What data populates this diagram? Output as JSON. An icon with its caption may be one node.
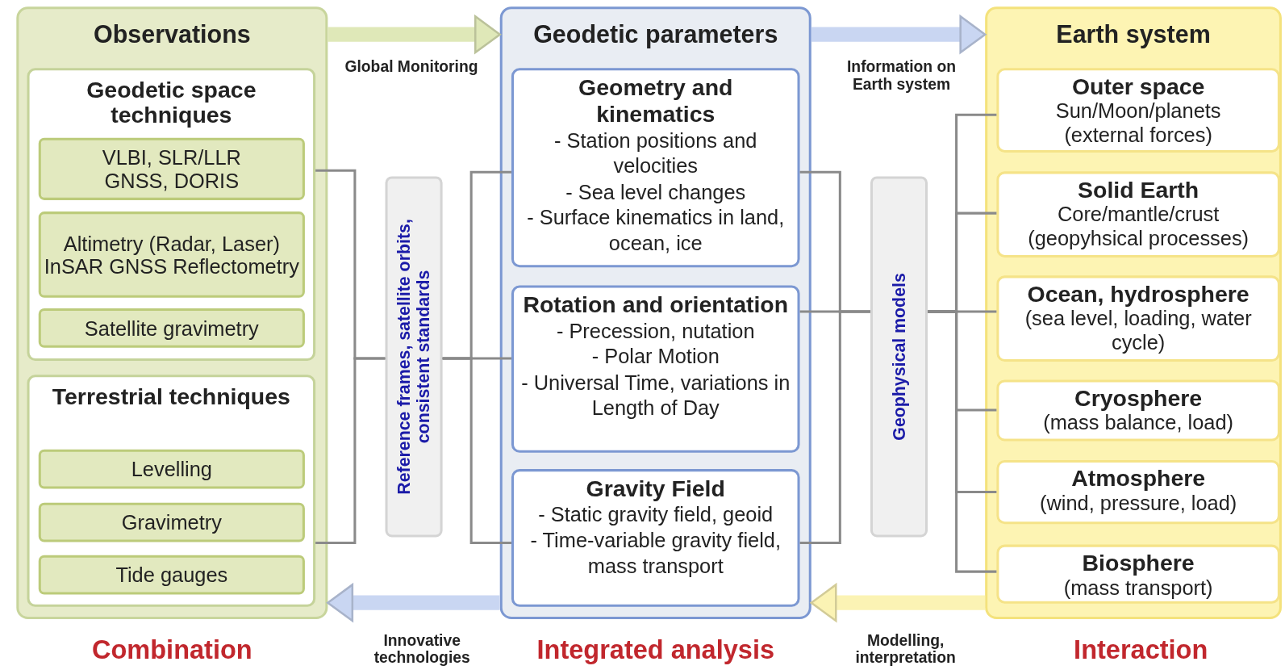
{
  "diagram": {
    "nodes": [
      {
        "text": [
          "Observations"
        ]
      },
      {
        "text": [
          "Geodetic space techniques"
        ],
        "in": 0
      },
      {
        "text": [
          "VLBI, SLR/LLR GNSS, DORIS"
        ],
        "in": 1
      },
      {
        "text": [
          "Altimetry (Radar, Laser) InSAR GNSS Reflectometry"
        ],
        "in": 1
      },
      {
        "text": [
          "Satellite gravimetry"
        ],
        "in": 1
      },
      {
        "text": [
          "Terrestrial techniques"
        ],
        "in": 0
      },
      {
        "text": [
          "Levelling"
        ],
        "in": 5
      },
      {
        "text": [
          "Gravimetry"
        ],
        "in": 5
      },
      {
        "text": [
          "Tide gauges"
        ],
        "in": 5
      },
      {
        "text": [
          "Reference frames, satellite orbits, consistent standards"
        ]
      },
      {
        "text": [
          "Geodetic parameters"
        ]
      },
      {
        "text": [
          "Geometry and kinematics",
          "- Station positions and velocities",
          "- Sea level changes",
          "- Surface kinematics in land, ocean, ice"
        ],
        "in": 10
      },
      {
        "text": [
          "Rotation and orientation",
          "- Precession, nutation",
          "- Polar Motion",
          "- Universal Time, variations in Length of Day"
        ],
        "in": 10
      },
      {
        "text": [
          "Gravity Field",
          "- Static gravity field, geoid",
          "- Time-variable gravity field, mass transport"
        ],
        "in": 10
      },
      {
        "text": [
          "Geophysical models"
        ]
      },
      {
        "text": [
          "Earth system"
        ]
      },
      {
        "text": [
          "Outer space",
          "Sun/Moon/planets (external forces)"
        ],
        "in": 15
      },
      {
        "text": [
          "Solid Earth",
          "Core/mantle/crust (geopyhsical processes)"
        ],
        "in": 15
      },
      {
        "text": [
          "Ocean, hydrosphere",
          "(sea level, loading, water cycle)"
        ],
        "in": 15
      },
      {
        "text": [
          "Cryosphere",
          "(mass balance, load)"
        ],
        "in": 15
      },
      {
        "text": [
          "Atmosphere",
          "(wind, pressure, load)"
        ],
        "in": 15
      },
      {
        "text": [
          "Biosphere",
          "(mass transport)"
        ],
        "in": 15
      }
    ],
    "edges": [
      {
        "from": 0,
        "to": 10,
        "arrow": "to",
        "label": "Global Monitoring",
        "style": "thick",
        "color": "#dfe8b8"
      },
      {
        "from": 10,
        "to": 15,
        "arrow": "to",
        "label": "Information on Earth system",
        "style": "thick",
        "color": "#c9d6f2"
      },
      {
        "from": 10,
        "to": 0,
        "arrow": "to",
        "label": "Innovative technologies",
        "style": "thick",
        "color": "#c9d6f2"
      },
      {
        "from": 15,
        "to": 10,
        "arrow": "to",
        "label": "Modelling, interpretation",
        "style": "thick",
        "color": "#fbf3b4"
      },
      {
        "from": 1,
        "to": 9,
        "arrow": "none"
      },
      {
        "from": 5,
        "to": 9,
        "arrow": "none"
      },
      {
        "from": 9,
        "to": 11,
        "arrow": "none"
      },
      {
        "from": 9,
        "to": 12,
        "arrow": "none"
      },
      {
        "from": 9,
        "to": 13,
        "arrow": "none"
      },
      {
        "from": 11,
        "to": 14,
        "arrow": "none"
      },
      {
        "from": 12,
        "to": 14,
        "arrow": "none"
      },
      {
        "from": 13,
        "to": 14,
        "arrow": "none"
      },
      {
        "from": 14,
        "to": 16,
        "arrow": "none"
      },
      {
        "from": 14,
        "to": 17,
        "arrow": "none"
      },
      {
        "from": 14,
        "to": 18,
        "arrow": "none"
      },
      {
        "from": 14,
        "to": 19,
        "arrow": "none"
      },
      {
        "from": 14,
        "to": 20,
        "arrow": "none"
      },
      {
        "from": 14,
        "to": 21,
        "arrow": "none"
      }
    ],
    "labels": [
      "Combination",
      "Integrated analysis",
      "Interaction"
    ]
  }
}
